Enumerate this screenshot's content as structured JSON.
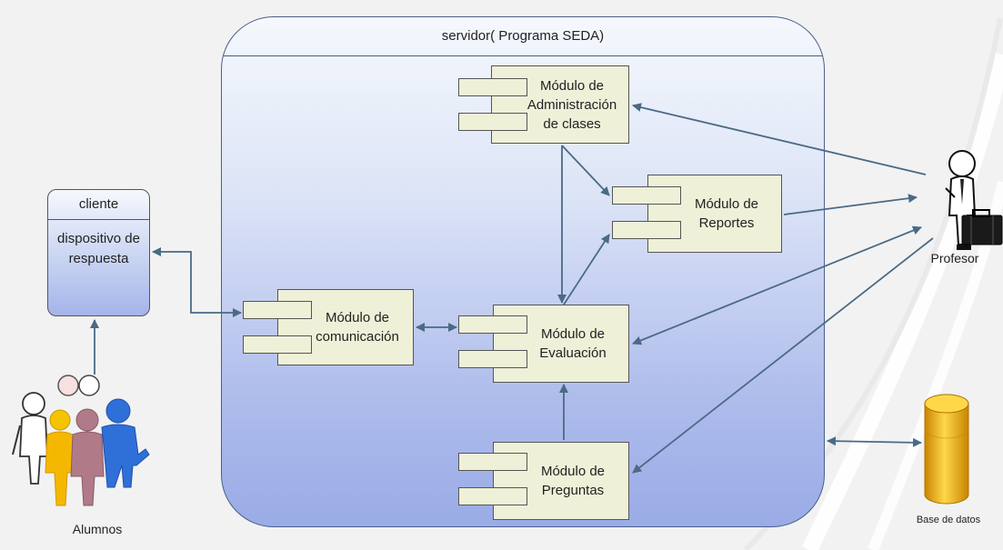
{
  "server": {
    "title": "servidor( Programa SEDA)"
  },
  "client": {
    "header": "cliente",
    "body": "dispositivo de\nrespuesta"
  },
  "modules": {
    "admin": "Módulo de\nAdministración\nde clases",
    "reportes": "Módulo de\nReportes",
    "comunicacion": "Módulo de\ncomunicación",
    "evaluacion": "Módulo de\nEvaluación",
    "preguntas": "Módulo de\nPreguntas"
  },
  "actors": {
    "alumnos": "Alumnos",
    "profesor": "Profesor",
    "base_datos": "Base de datos"
  },
  "colors": {
    "component_fill": "#eef0d8",
    "server_gradient_top": "#f5f8fd",
    "server_gradient_bottom": "#9aabe6",
    "arrow": "#4a6a85",
    "database": "#e2a000"
  },
  "icons": [
    "person-icon",
    "teacher-with-briefcase-icon",
    "database-cylinder-icon",
    "students-group-icon"
  ]
}
